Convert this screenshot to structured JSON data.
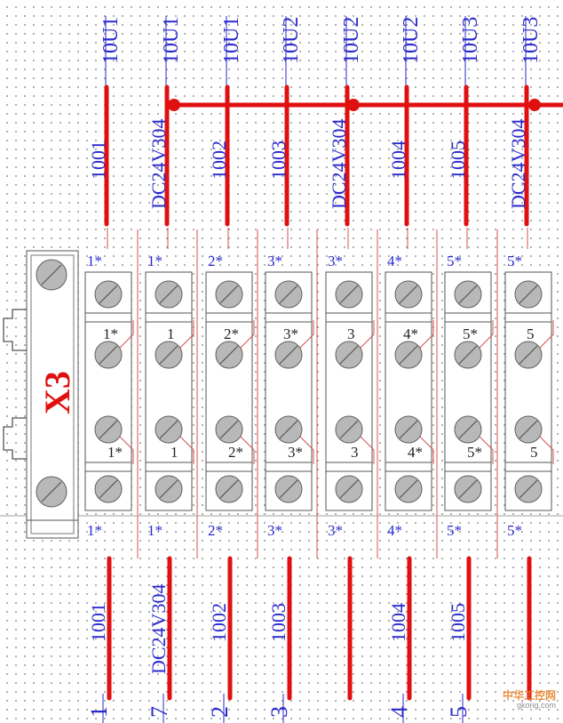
{
  "strip": {
    "label": "X3"
  },
  "colors": {
    "wire": "#e01010",
    "text": "#2a2acc",
    "label": "#e01010"
  },
  "terminals": [
    {
      "top_wire": "10U1",
      "top_signal": "1001",
      "top_star": "1*",
      "mid_upper": "1*",
      "mid_lower": "1*",
      "bottom_star": "1*",
      "bottom_signal": "1001",
      "bottom_num": "1"
    },
    {
      "top_wire": "10U1",
      "top_signal": "DC24V304",
      "top_star": "1*",
      "mid_upper": "1",
      "mid_lower": "1",
      "bottom_star": "1*",
      "bottom_signal": "DC24V304",
      "bottom_num": "7"
    },
    {
      "top_wire": "10U1",
      "top_signal": "1002",
      "top_star": "2*",
      "mid_upper": "2*",
      "mid_lower": "2*",
      "bottom_star": "2*",
      "bottom_signal": "1002",
      "bottom_num": "2"
    },
    {
      "top_wire": "10U2",
      "top_signal": "1003",
      "top_star": "3*",
      "mid_upper": "3*",
      "mid_lower": "3*",
      "bottom_star": "3*",
      "bottom_signal": "1003",
      "bottom_num": "3"
    },
    {
      "top_wire": "10U2",
      "top_signal": "DC24V304",
      "top_star": "3*",
      "mid_upper": "3",
      "mid_lower": "3",
      "bottom_star": "3*",
      "bottom_signal": "",
      "bottom_num": ""
    },
    {
      "top_wire": "10U2",
      "top_signal": "1004",
      "top_star": "4*",
      "mid_upper": "4*",
      "mid_lower": "4*",
      "bottom_star": "4*",
      "bottom_signal": "1004",
      "bottom_num": "4"
    },
    {
      "top_wire": "10U3",
      "top_signal": "1005",
      "top_star": "5*",
      "mid_upper": "5*",
      "mid_lower": "5*",
      "bottom_star": "5*",
      "bottom_signal": "1005",
      "bottom_num": "5"
    },
    {
      "top_wire": "10U3",
      "top_signal": "DC24V304",
      "top_star": "5*",
      "mid_upper": "5",
      "mid_lower": "5",
      "bottom_star": "5*",
      "bottom_signal": "",
      "bottom_num": ""
    }
  ],
  "watermark": {
    "brand": "中华工控网",
    "url": "gkong.com"
  }
}
